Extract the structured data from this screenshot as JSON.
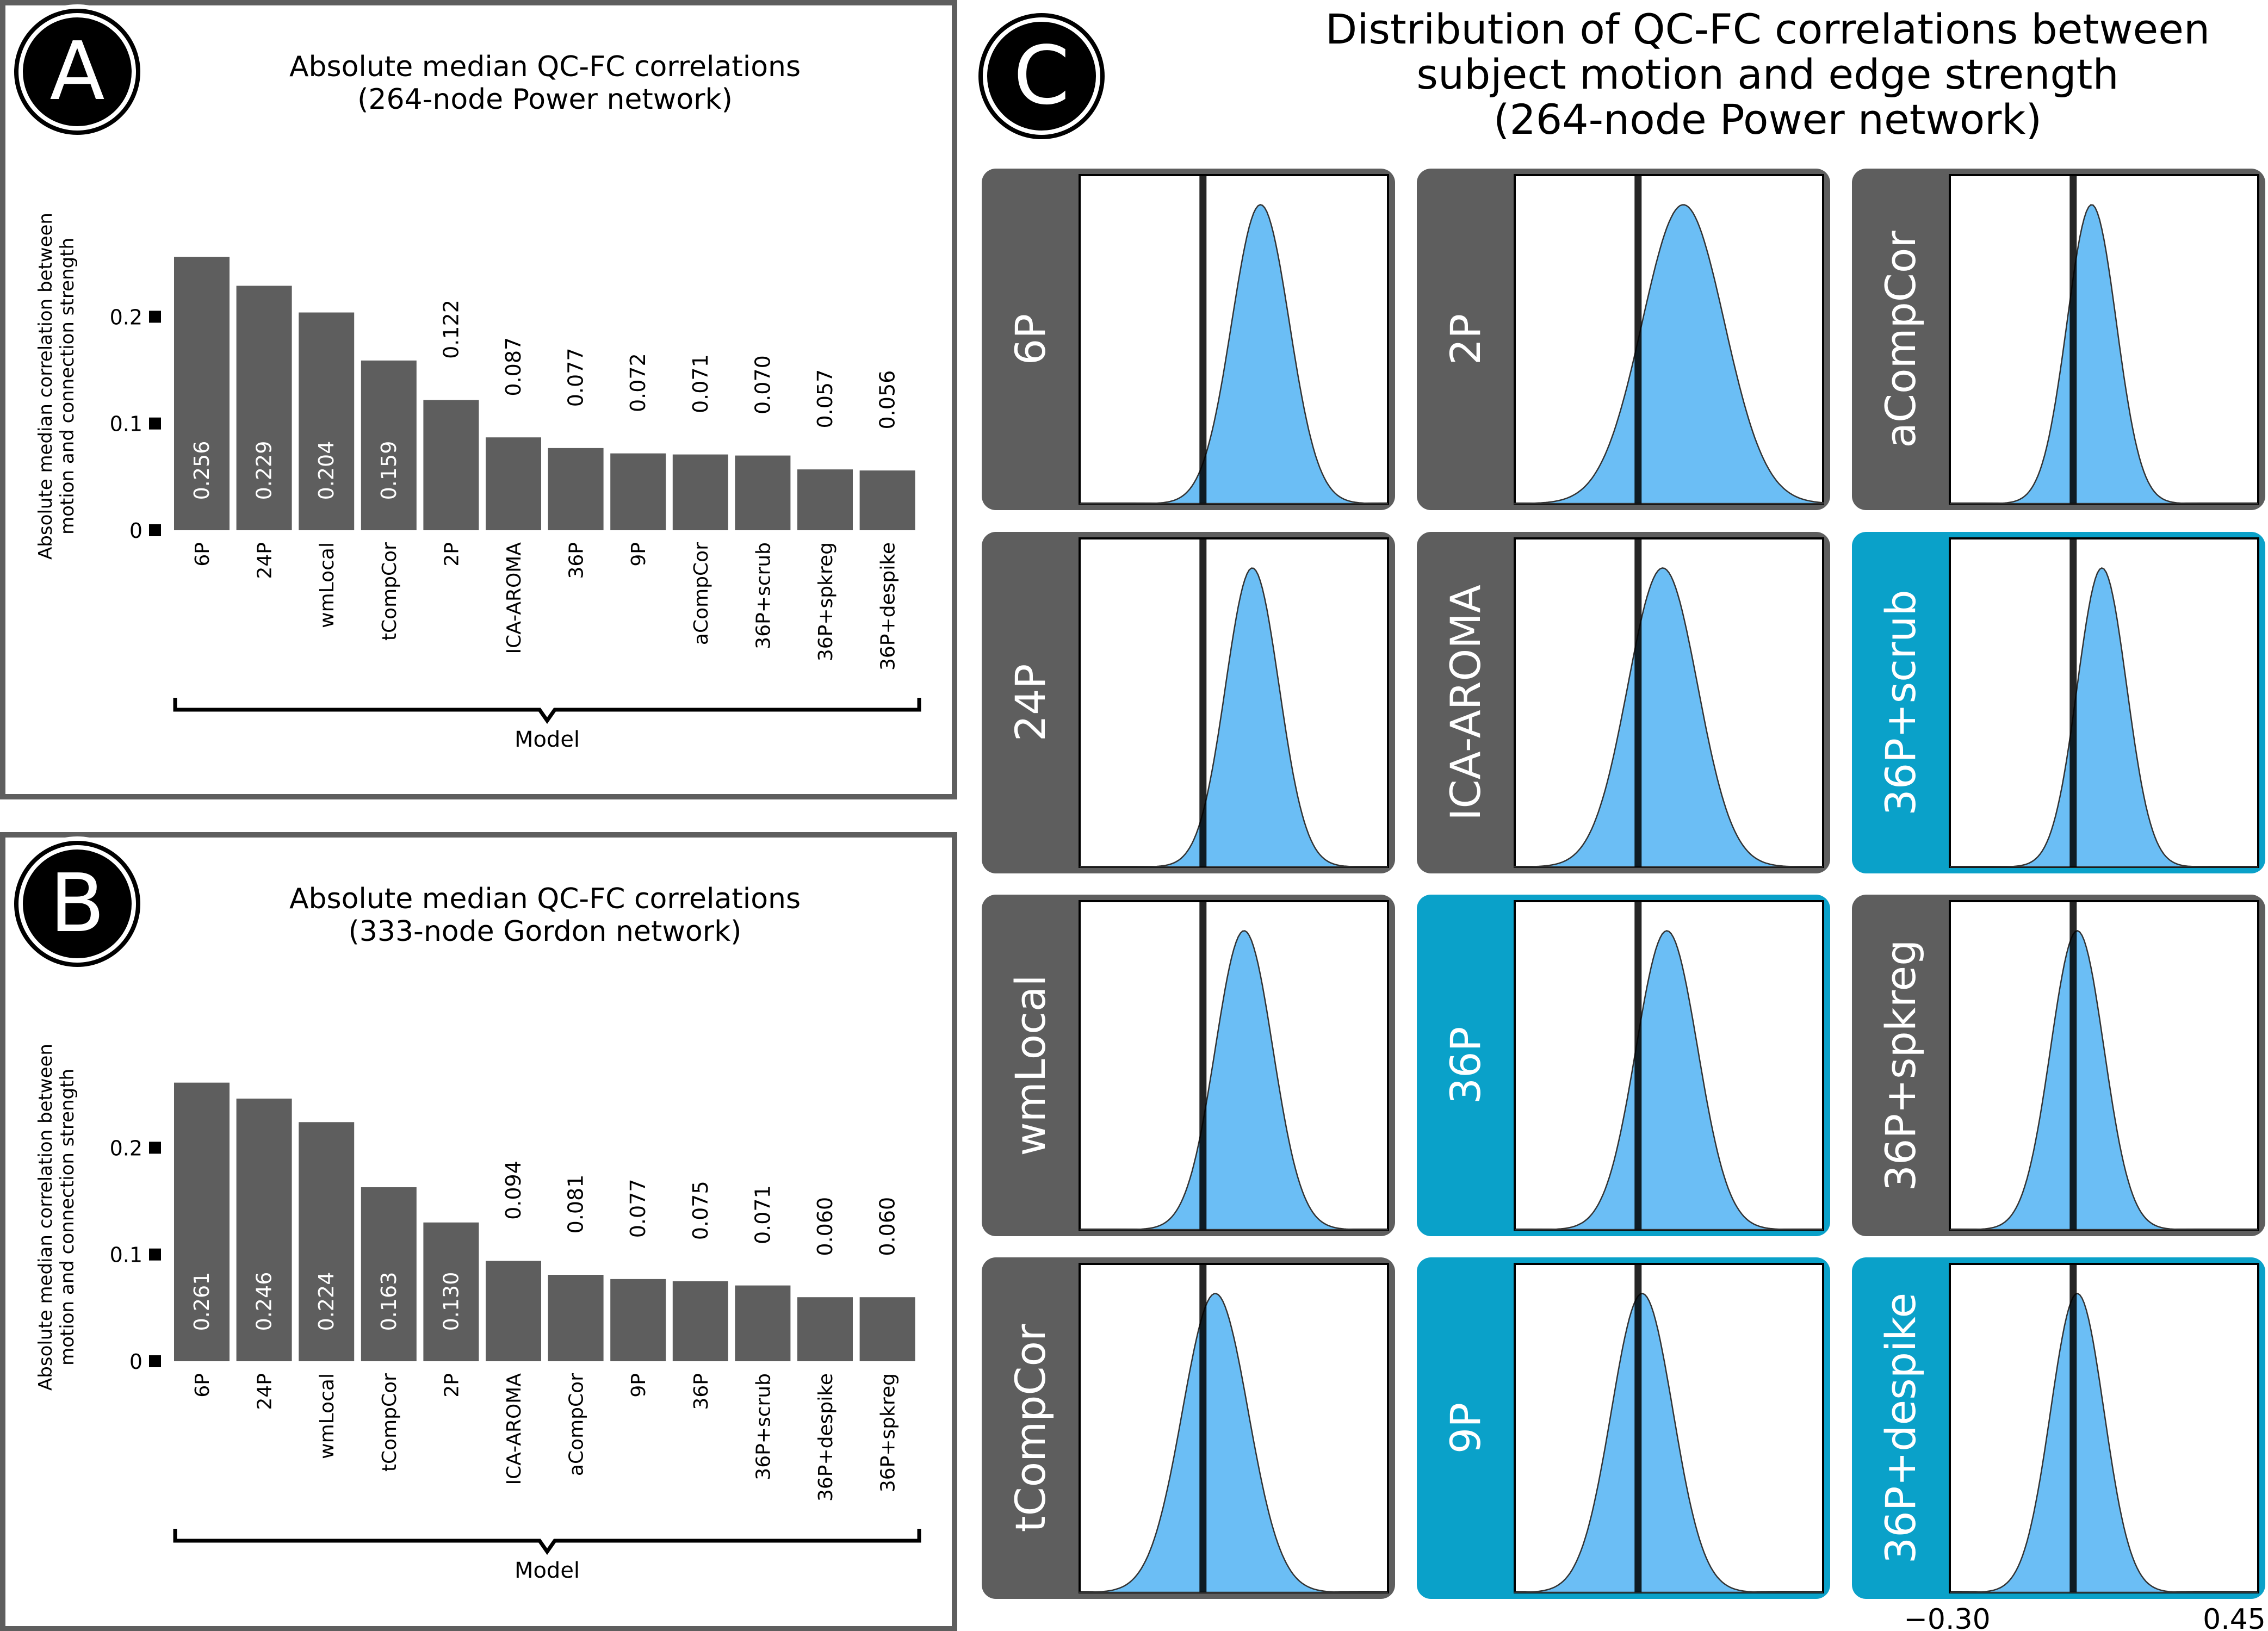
{
  "chart_data": [
    {
      "panel_letter": "A",
      "type": "bar",
      "title": "Absolute median QC-FC correlations",
      "subtitle": "(264-node Power network)",
      "ylabel_line1": "Absolute median correlation between",
      "ylabel_line2": "motion and connection strength",
      "xlabel": "Model",
      "ylim": [
        0,
        0.27
      ],
      "yticks": [
        {
          "value": 0,
          "label": "0"
        },
        {
          "value": 0.1,
          "label": "0.1"
        },
        {
          "value": 0.2,
          "label": "0.2"
        }
      ],
      "categories": [
        "6P",
        "24P",
        "wmLocal",
        "tCompCor",
        "2P",
        "ICA-AROMA",
        "36P",
        "9P",
        "aCompCor",
        "36P+scrub",
        "36P+spkreg",
        "36P+despike"
      ],
      "values": [
        0.256,
        0.229,
        0.204,
        0.159,
        0.122,
        0.087,
        0.077,
        0.072,
        0.071,
        0.07,
        0.057,
        0.056
      ],
      "value_labels": [
        "0.256",
        "0.229",
        "0.204",
        "0.159",
        "0.122",
        "0.087",
        "0.077",
        "0.072",
        "0.071",
        "0.070",
        "0.057",
        "0.056"
      ],
      "bar_color": "#5e5e5e",
      "grid": false
    },
    {
      "panel_letter": "B",
      "type": "bar",
      "title": "Absolute median QC-FC correlations",
      "subtitle": "(333-node Gordon network)",
      "ylabel_line1": "Absolute median correlation between",
      "ylabel_line2": "motion and connection strength",
      "xlabel": "Model",
      "ylim": [
        0,
        0.27
      ],
      "yticks": [
        {
          "value": 0,
          "label": "0"
        },
        {
          "value": 0.1,
          "label": "0.1"
        },
        {
          "value": 0.2,
          "label": "0.2"
        }
      ],
      "categories": [
        "6P",
        "24P",
        "wmLocal",
        "tCompCor",
        "2P",
        "ICA-AROMA",
        "aCompCor",
        "9P",
        "36P",
        "36P+scrub",
        "36P+despike",
        "36P+spkreg"
      ],
      "values": [
        0.261,
        0.246,
        0.224,
        0.163,
        0.13,
        0.094,
        0.081,
        0.077,
        0.075,
        0.071,
        0.06,
        0.06
      ],
      "value_labels": [
        "0.261",
        "0.246",
        "0.224",
        "0.163",
        "0.130",
        "0.094",
        "0.081",
        "0.077",
        "0.075",
        "0.071",
        "0.060",
        "0.060"
      ],
      "bar_color": "#5e5e5e",
      "grid": false
    },
    {
      "panel_letter": "C",
      "type": "area",
      "title_lines": [
        "Distribution of QC-FC correlations between",
        "subject motion and edge strength",
        "(264-node Power network)"
      ],
      "xlim": [
        -0.3,
        0.45
      ],
      "xtick_labels": [
        "−0.30",
        "0.45"
      ],
      "reference_line_x": 0,
      "fill_color": "#6bbef5",
      "grid": false,
      "panels": [
        {
          "name": "6P",
          "highlight": false,
          "peak": 0.14,
          "spread": 0.07
        },
        {
          "name": "2P",
          "highlight": false,
          "peak": 0.11,
          "spread": 0.1
        },
        {
          "name": "aCompCor",
          "highlight": false,
          "peak": 0.045,
          "spread": 0.06
        },
        {
          "name": "24P",
          "highlight": false,
          "peak": 0.12,
          "spread": 0.065
        },
        {
          "name": "ICA-AROMA",
          "highlight": false,
          "peak": 0.06,
          "spread": 0.085
        },
        {
          "name": "36P+scrub",
          "highlight": true,
          "peak": 0.07,
          "spread": 0.06
        },
        {
          "name": "wmLocal",
          "highlight": false,
          "peak": 0.1,
          "spread": 0.07
        },
        {
          "name": "36P",
          "highlight": true,
          "peak": 0.07,
          "spread": 0.075
        },
        {
          "name": "36P+spkreg",
          "highlight": false,
          "peak": 0.01,
          "spread": 0.065
        },
        {
          "name": "tCompCor",
          "highlight": false,
          "peak": 0.03,
          "spread": 0.08
        },
        {
          "name": "9P",
          "highlight": true,
          "peak": 0.01,
          "spread": 0.075
        },
        {
          "name": "36P+despike",
          "highlight": true,
          "peak": 0.01,
          "spread": 0.065
        }
      ]
    }
  ],
  "colors": {
    "bar": "#5e5e5e",
    "panel_grey": "#5e5e5e",
    "panel_highlight": "#0aa1c9",
    "density_fill": "#6bbef5",
    "frame": "#5e5e5e"
  }
}
